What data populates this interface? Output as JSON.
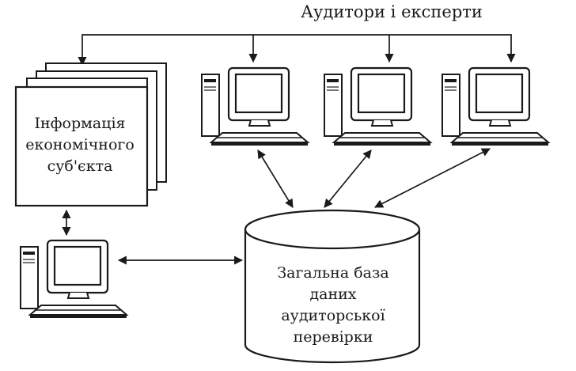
{
  "header": {
    "title": "Аудитори і експерти"
  },
  "documents": {
    "lines": [
      "Інформація",
      "економічного",
      "суб'єкта"
    ]
  },
  "database": {
    "lines": [
      "Загальна база",
      "даних",
      "аудиторської",
      "перевірки"
    ]
  },
  "colors": {
    "ink": "#1a1a1a",
    "paper": "#ffffff"
  },
  "icons": [
    "computer-icon",
    "document-stack-icon",
    "database-cylinder-icon"
  ]
}
